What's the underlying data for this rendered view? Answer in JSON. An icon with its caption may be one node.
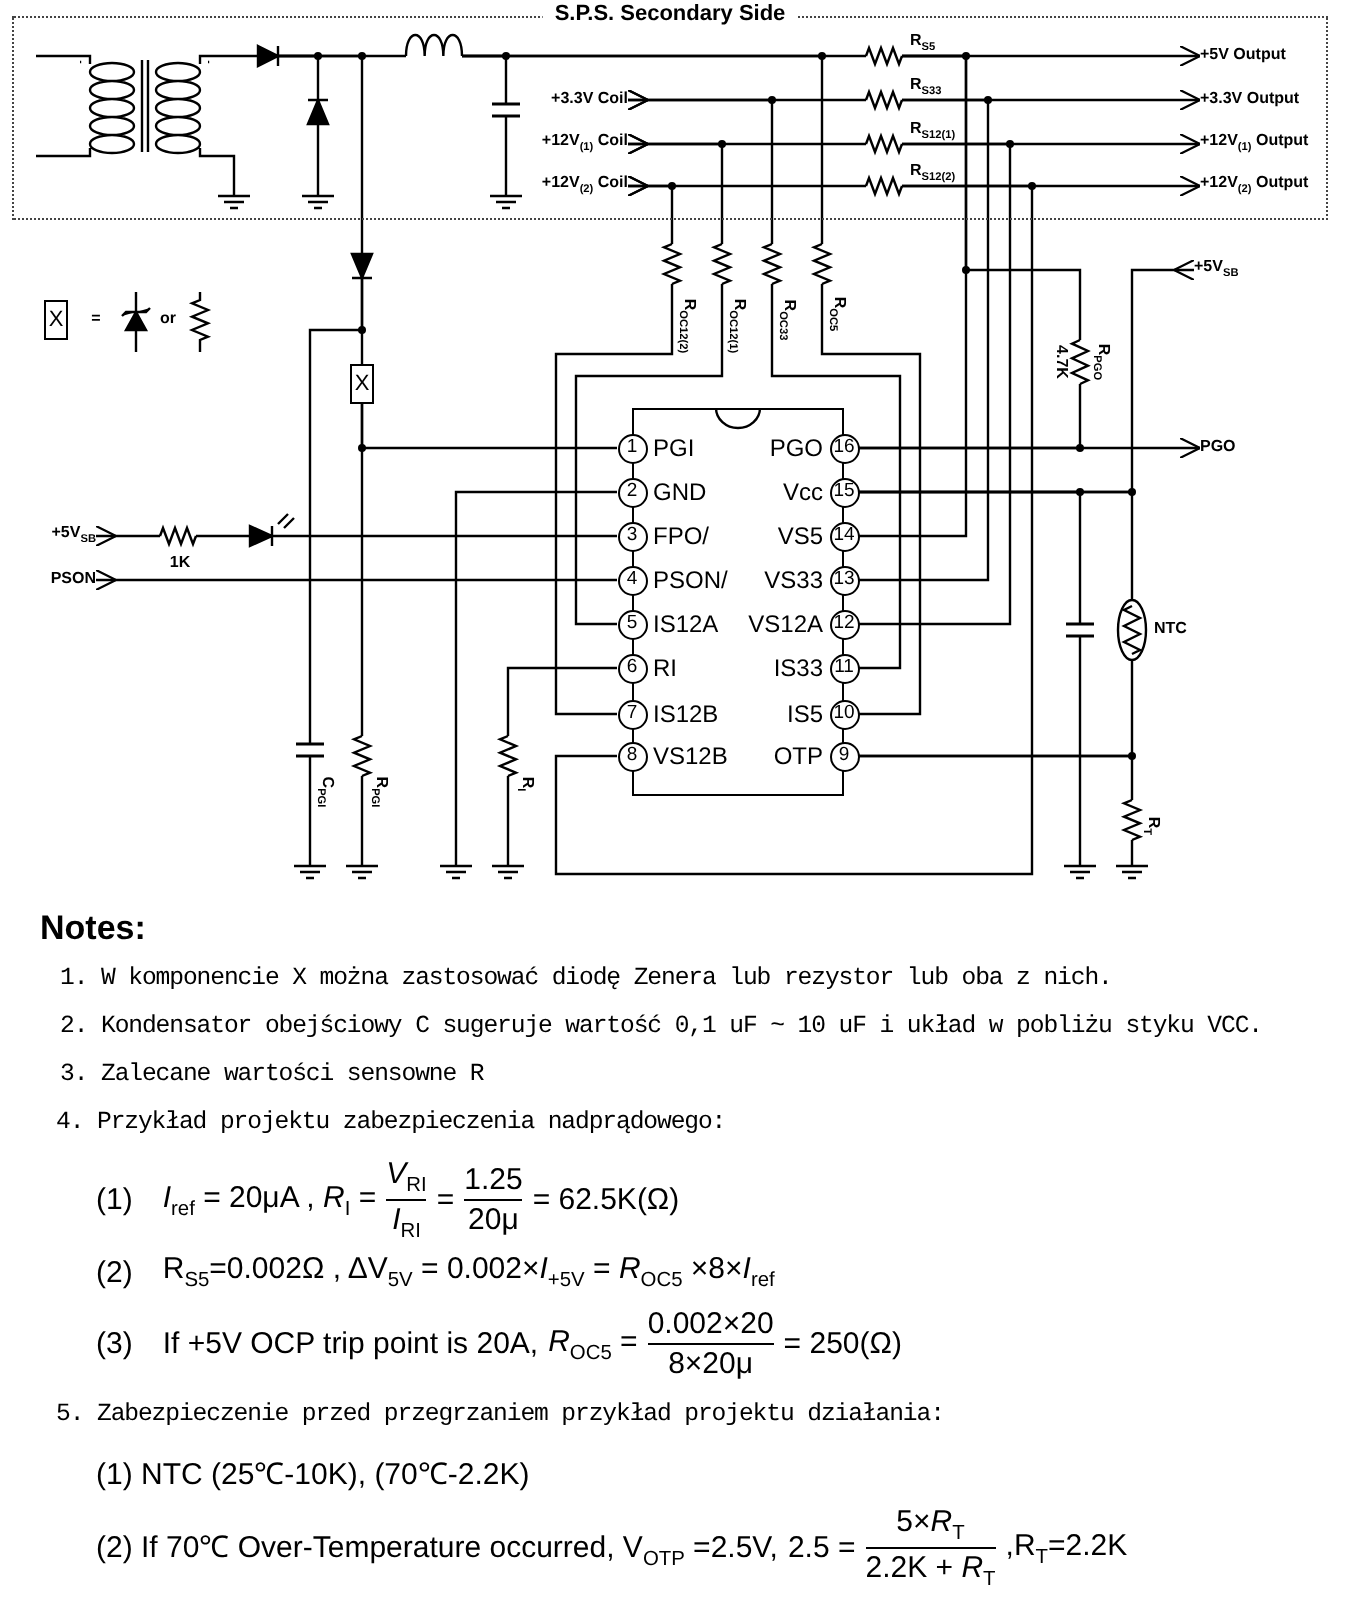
{
  "diagram": {
    "nodes": [
      {
        "text": [
          "S.P.S. Secondary Side"
        ]
      },
      {
        "text": [
          "X"
        ]
      },
      {
        "text": [
          "X"
        ]
      },
      {
        "text": [],
        "shape": "box"
      },
      {
        "text": [
          "1"
        ],
        "beside": [
          "PGI"
        ],
        "in": 3
      },
      {
        "text": [
          "2"
        ],
        "beside": [
          "GND"
        ],
        "in": 3
      },
      {
        "text": [
          "3"
        ],
        "beside": [
          "FPO/"
        ],
        "in": 3
      },
      {
        "text": [
          "4"
        ],
        "beside": [
          "PSON/"
        ],
        "in": 3
      },
      {
        "text": [
          "5"
        ],
        "beside": [
          "IS12A"
        ],
        "in": 3
      },
      {
        "text": [
          "6"
        ],
        "beside": [
          "RI"
        ],
        "in": 3
      },
      {
        "text": [
          "7"
        ],
        "beside": [
          "IS12B"
        ],
        "in": 3
      },
      {
        "text": [
          "8"
        ],
        "beside": [
          "VS12B"
        ],
        "in": 3
      },
      {
        "text": [
          "9"
        ],
        "beside": [
          "OTP"
        ],
        "in": 3
      },
      {
        "text": [
          "10"
        ],
        "beside": [
          "IS5"
        ],
        "in": 3
      },
      {
        "text": [
          "11"
        ],
        "beside": [
          "IS33"
        ],
        "in": 3
      },
      {
        "text": [
          "12"
        ],
        "beside": [
          "VS12A"
        ],
        "in": 3
      },
      {
        "text": [
          "13"
        ],
        "beside": [
          "VS33"
        ],
        "in": 3
      },
      {
        "text": [
          "14"
        ],
        "beside": [
          "VS5"
        ],
        "in": 3
      },
      {
        "text": [
          "15"
        ],
        "beside": [
          "Vcc"
        ],
        "in": 3
      },
      {
        "text": [
          "16"
        ],
        "beside": [
          "PGO"
        ],
        "in": 3
      },
      {
        "text": [
          "+3.3V Coil"
        ],
        "in": 0
      },
      {
        "text": [
          "+12V$_{(1)}$ Coil"
        ],
        "in": 0
      },
      {
        "text": [
          "+12V$_{(2)}$ Coil"
        ],
        "in": 0
      },
      {
        "text": [
          "+5V Output"
        ],
        "in": 0
      },
      {
        "text": [
          "+3.3V Output"
        ],
        "in": 0
      },
      {
        "text": [
          "+12V$_{(1)}$ Output"
        ],
        "in": 0
      },
      {
        "text": [
          "+12V$_{(2)}$ Output"
        ],
        "in": 0
      },
      {
        "text": [
          "+5V$_{SB}$"
        ]
      },
      {
        "text": [
          "PGO"
        ]
      },
      {
        "text": [
          "+5V$_{SB}$"
        ]
      },
      {
        "text": [
          "PSON"
        ]
      },
      {
        "text": [],
        "shape": "transformer",
        "in": 0
      },
      {
        "text": [],
        "shape": "diode",
        "in": 0
      },
      {
        "text": [],
        "shape": "diode",
        "in": 0
      },
      {
        "text": [],
        "shape": "diode"
      },
      {
        "text": [],
        "shape": "inductor",
        "in": 0
      },
      {
        "text": [],
        "shape": "capacitor",
        "in": 0
      },
      {
        "text": [],
        "shape": "resistor",
        "beside": [
          "R$_{S5}$"
        ],
        "in": 0
      },
      {
        "text": [],
        "shape": "resistor",
        "beside": [
          "R$_{S33}$"
        ],
        "in": 0
      },
      {
        "text": [],
        "shape": "resistor",
        "beside": [
          "R$_{S12(1)}$"
        ],
        "in": 0
      },
      {
        "text": [],
        "shape": "resistor",
        "beside": [
          "R$_{S12(2)}$"
        ],
        "in": 0
      },
      {
        "text": [],
        "shape": "resistor",
        "beside": [
          "R$_{OC12(2)}$"
        ]
      },
      {
        "text": [],
        "shape": "resistor",
        "beside": [
          "R$_{OC12(1)}$"
        ]
      },
      {
        "text": [],
        "shape": "resistor",
        "beside": [
          "R$_{OC33}$"
        ]
      },
      {
        "text": [],
        "shape": "resistor",
        "beside": [
          "R$_{OC5}$"
        ]
      },
      {
        "text": [],
        "shape": "resistor",
        "beside": [
          "4.7K",
          "R$_{PGO}$"
        ]
      },
      {
        "text": [],
        "shape": "resistor",
        "beside": [
          "1K"
        ]
      },
      {
        "text": [],
        "shape": "led"
      },
      {
        "text": [],
        "shape": "capacitor",
        "beside": [
          "C$_{PGI}$"
        ]
      },
      {
        "text": [],
        "shape": "resistor",
        "beside": [
          "R$_{PGI}$"
        ]
      },
      {
        "text": [],
        "shape": "resistor",
        "beside": [
          "R$_{I}$"
        ]
      },
      {
        "text": [],
        "shape": "capacitor"
      },
      {
        "text": [],
        "shape": "thermistor",
        "beside": [
          "NTC"
        ]
      },
      {
        "text": [],
        "shape": "resistor",
        "beside": [
          "R$_{T}$"
        ]
      },
      {
        "text": [],
        "shape": "ground",
        "in": 0
      },
      {
        "text": [],
        "shape": "ground",
        "in": 0
      },
      {
        "text": [],
        "shape": "ground",
        "in": 0
      },
      {
        "text": [],
        "shape": "ground"
      },
      {
        "text": [],
        "shape": "ground"
      },
      {
        "text": [],
        "shape": "ground"
      },
      {
        "text": [],
        "shape": "ground"
      },
      {
        "text": [],
        "shape": "ground"
      },
      {
        "text": [],
        "shape": "ground"
      }
    ],
    "edges": [
      {
        "from": 2,
        "to": 4,
        "arrow": "none"
      },
      {
        "from": 31,
        "to": 32,
        "arrow": "none"
      },
      {
        "from": 31,
        "to": 54,
        "arrow": "none"
      },
      {
        "from": 32,
        "to": 33,
        "arrow": "none"
      },
      {
        "from": 32,
        "to": 34,
        "arrow": "none"
      },
      {
        "from": 32,
        "to": 35,
        "arrow": "none"
      },
      {
        "from": 33,
        "to": 55,
        "arrow": "none"
      },
      {
        "from": 35,
        "to": 36,
        "arrow": "none"
      },
      {
        "from": 35,
        "to": 37,
        "arrow": "none"
      },
      {
        "from": 35,
        "to": 44,
        "arrow": "none"
      },
      {
        "from": 36,
        "to": 56,
        "arrow": "none"
      },
      {
        "from": 37,
        "to": 23,
        "arrow": "to"
      },
      {
        "from": 37,
        "to": 17,
        "arrow": "none"
      },
      {
        "from": 37,
        "to": 45,
        "arrow": "none"
      },
      {
        "from": 20,
        "to": 38,
        "arrow": "other"
      },
      {
        "from": 20,
        "to": 43,
        "arrow": "other"
      },
      {
        "from": 38,
        "to": 24,
        "arrow": "to"
      },
      {
        "from": 38,
        "to": 16,
        "arrow": "none"
      },
      {
        "from": 21,
        "to": 39,
        "arrow": "other"
      },
      {
        "from": 21,
        "to": 42,
        "arrow": "other"
      },
      {
        "from": 39,
        "to": 25,
        "arrow": "to"
      },
      {
        "from": 39,
        "to": 15,
        "arrow": "none"
      },
      {
        "from": 22,
        "to": 40,
        "arrow": "other"
      },
      {
        "from": 22,
        "to": 41,
        "arrow": "other"
      },
      {
        "from": 40,
        "to": 26,
        "arrow": "to"
      },
      {
        "from": 40,
        "to": 11,
        "arrow": "none"
      },
      {
        "from": 41,
        "to": 10,
        "arrow": "none"
      },
      {
        "from": 42,
        "to": 8,
        "arrow": "none"
      },
      {
        "from": 43,
        "to": 14,
        "arrow": "none"
      },
      {
        "from": 44,
        "to": 13,
        "arrow": "none"
      },
      {
        "from": 34,
        "to": 2,
        "arrow": "none"
      },
      {
        "from": 34,
        "to": 48,
        "arrow": "none"
      },
      {
        "from": 48,
        "to": 57,
        "arrow": "none"
      },
      {
        "from": 2,
        "to": 49,
        "arrow": "none"
      },
      {
        "from": 49,
        "to": 58,
        "arrow": "none"
      },
      {
        "from": 5,
        "to": 59,
        "arrow": "none"
      },
      {
        "from": 9,
        "to": 50,
        "arrow": "none"
      },
      {
        "from": 50,
        "to": 60,
        "arrow": "none"
      },
      {
        "from": 29,
        "to": 46,
        "arrow": "other"
      },
      {
        "from": 46,
        "to": 47,
        "arrow": "none"
      },
      {
        "from": 47,
        "to": 6,
        "arrow": "none"
      },
      {
        "from": 30,
        "to": 7,
        "arrow": "other"
      },
      {
        "from": 19,
        "to": 28,
        "arrow": "to"
      },
      {
        "from": 45,
        "to": 19,
        "arrow": "none"
      },
      {
        "from": 27,
        "to": 18,
        "arrow": "other"
      },
      {
        "from": 18,
        "to": 51,
        "arrow": "none"
      },
      {
        "from": 18,
        "to": 52,
        "arrow": "none"
      },
      {
        "from": 51,
        "to": 61,
        "arrow": "none"
      },
      {
        "from": 52,
        "to": 12,
        "arrow": "none"
      },
      {
        "from": 12,
        "to": 53,
        "arrow": "none"
      },
      {
        "from": 53,
        "to": 62,
        "arrow": "none"
      }
    ],
    "labels": [
      "=",
      "or",
      "Notes:",
      "1. W komponencie X można zastosować diodę Zenera lub rezystor lub oba z nich.",
      "2. Kondensator obejściowy C sugeruje wartość 0,1 uF ~ 10 uF i układ w pobliżu styku VCC.",
      "3. Zalecane wartości sensowne R",
      "4. Przykład projektu zabezpieczenia nadprądowego:",
      "(1)",
      "*I*$_{ref}$ = 20μA , *R*$_{I}$ =",
      "*V*$_{RI}$",
      "*I*$_{RI}$",
      "=",
      "1.25",
      "20μ",
      "= 62.5K(Ω)",
      "(2)",
      "R$_{S5}$=0.002Ω , ΔV$_{5V}$ = 0.002×*I*$_{+5V}$ = *R*$_{OC5}$ ×8×*I*$_{ref}$",
      "(3)",
      "If +5V OCP trip point is 20A,",
      "*R*$_{OC5}$ =",
      "0.002×20",
      "8×20μ",
      "= 250(Ω)",
      "5. Zabezpieczenie przed przegrzaniem przykład projektu działania:",
      "(1) NTC (25℃-10K), (70℃-2.2K)",
      "(2) If 70℃  Over-Temperature occurred, V$_{OTP}$ =2.5V,",
      "2.5 =",
      "5×*R*$_{T}$",
      "2.2K + *R*$_{T}$",
      ",R$_{T}$=2.2K"
    ]
  }
}
